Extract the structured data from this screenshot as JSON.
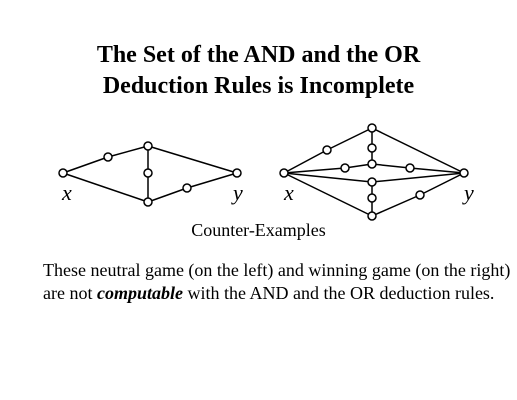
{
  "title": {
    "line1": "The Set of the AND and the OR",
    "line2": "Deduction Rules is Incomplete"
  },
  "left_graph": {
    "start_label": "x",
    "end_label": "y"
  },
  "right_graph": {
    "start_label": "x",
    "end_label": "y"
  },
  "caption": "Counter-Examples",
  "body": {
    "before": "These neutral game (on the left) and winning game (on the right) are not ",
    "emphasis": "computable",
    "after": " with the AND and the OR deduction rules."
  }
}
